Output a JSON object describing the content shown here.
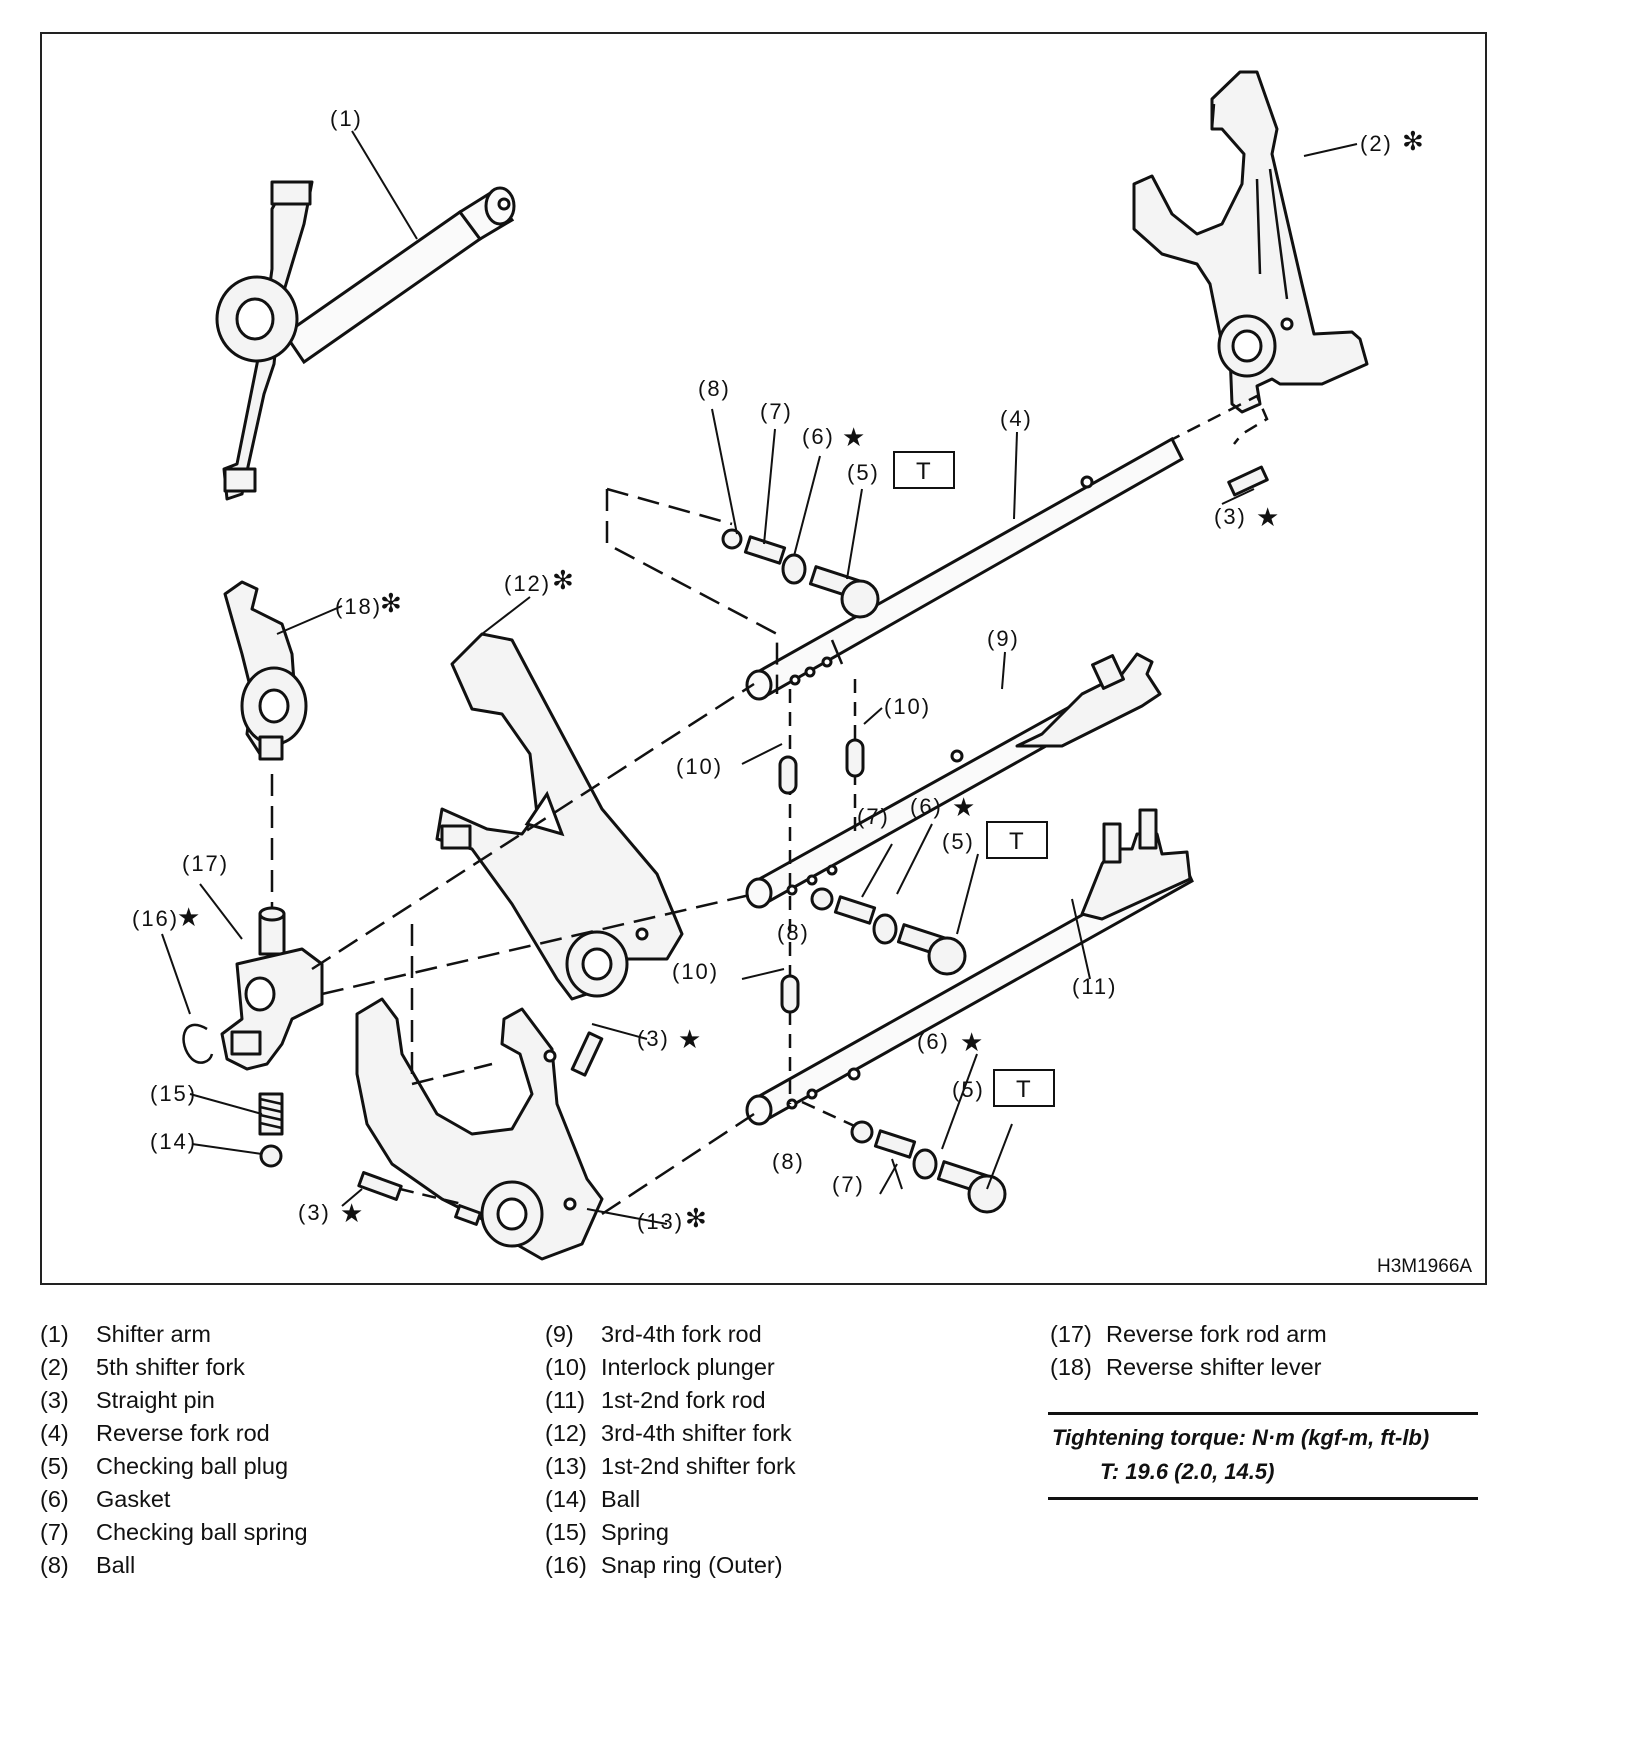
{
  "figure": {
    "figure_id": "H3M1966A",
    "callouts": {
      "c1": "(1)",
      "c2": "(2)",
      "c3": "(3)",
      "c4": "(4)",
      "c5": "(5)",
      "c6": "(6)",
      "c7": "(7)",
      "c8": "(8)",
      "c9": "(9)",
      "c10": "(10)",
      "c11": "(11)",
      "c12": "(12)",
      "c13": "(13)",
      "c14": "(14)",
      "c15": "(15)",
      "c16": "(16)",
      "c17": "(17)",
      "c18": "(18)"
    },
    "marks": {
      "star": "★",
      "asterisk": "✻"
    },
    "torque_box_label": "T"
  },
  "legend": {
    "column_1": [
      {
        "num": "(1)",
        "label": "Shifter arm"
      },
      {
        "num": "(2)",
        "label": "5th shifter fork"
      },
      {
        "num": "(3)",
        "label": "Straight pin"
      },
      {
        "num": "(4)",
        "label": "Reverse fork rod"
      },
      {
        "num": "(5)",
        "label": "Checking ball plug"
      },
      {
        "num": "(6)",
        "label": "Gasket"
      },
      {
        "num": "(7)",
        "label": "Checking ball spring"
      },
      {
        "num": "(8)",
        "label": "Ball"
      }
    ],
    "column_2": [
      {
        "num": "(9)",
        "label": "3rd-4th fork rod"
      },
      {
        "num": "(10)",
        "label": "Interlock plunger"
      },
      {
        "num": "(11)",
        "label": "1st-2nd fork rod"
      },
      {
        "num": "(12)",
        "label": "3rd-4th shifter fork"
      },
      {
        "num": "(13)",
        "label": "1st-2nd shifter fork"
      },
      {
        "num": "(14)",
        "label": "Ball"
      },
      {
        "num": "(15)",
        "label": "Spring"
      },
      {
        "num": "(16)",
        "label": "Snap ring (Outer)"
      }
    ],
    "column_3": [
      {
        "num": "(17)",
        "label": "Reverse fork rod arm"
      },
      {
        "num": "(18)",
        "label": "Reverse shifter lever"
      }
    ]
  },
  "torque": {
    "heading": "Tightening torque: N·m (kgf-m, ft-lb)",
    "value": "T: 19.6 (2.0, 14.5)"
  }
}
